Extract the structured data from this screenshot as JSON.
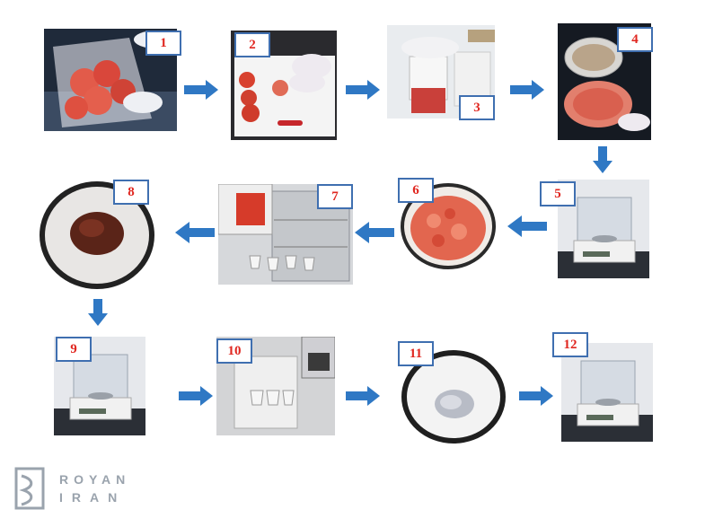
{
  "steps": [
    {
      "number": "1",
      "label": "tomatoes in plastic bag"
    },
    {
      "number": "2",
      "label": "cutting tomatoes on board"
    },
    {
      "number": "3",
      "label": "blending in homogenizer"
    },
    {
      "number": "4",
      "label": "sample in petri dish"
    },
    {
      "number": "5",
      "label": "weighing on analytical balance"
    },
    {
      "number": "6",
      "label": "homogenized tomato in bowl"
    },
    {
      "number": "7",
      "label": "drying crucibles in oven"
    },
    {
      "number": "8",
      "label": "dried residue in crucible"
    },
    {
      "number": "9",
      "label": "weighing on analytical balance"
    },
    {
      "number": "10",
      "label": "ashing in muffle furnace"
    },
    {
      "number": "11",
      "label": "white ash in crucible"
    },
    {
      "number": "12",
      "label": "final weighing"
    }
  ],
  "logo": {
    "line1": "ROYAN",
    "line2": "IRAN"
  },
  "colors": {
    "badge_text": "#e0261f",
    "badge_border": "#3f6fb0",
    "arrow": "#2f78c4"
  }
}
